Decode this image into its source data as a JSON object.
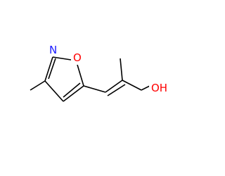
{
  "molecule": {
    "atoms": {
      "nitrogen": {
        "label": "N",
        "color": "#1a1aff"
      },
      "ring_oxygen": {
        "label": "O",
        "color": "#ff0000"
      },
      "hydroxyl": {
        "label": "OH",
        "color": "#ff0000"
      }
    },
    "bond_color": "#000000"
  }
}
